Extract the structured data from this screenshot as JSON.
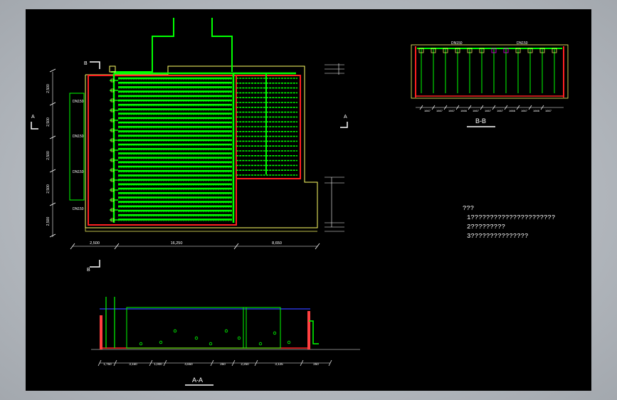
{
  "colors": {
    "background": "#000000",
    "pipe": "#00ff00",
    "wall_red": "#ff2020",
    "outline": "#ffff66",
    "dim": "#ffffff",
    "water": "#3040ff",
    "accent": "#ff00ff"
  },
  "labels": {
    "section_bb": "B-B",
    "section_aa": "A-A",
    "cut_b_top": "B",
    "cut_b_bottom": "B",
    "cut_a_left": "A",
    "cut_a_right": "A",
    "pipe_dn150": "DN150",
    "pipe_dn150_b": "DN150",
    "pipe_dn150_c": "DN150",
    "pipe_dn150_d": "DN150",
    "pipe_dn150_e": "DN150"
  },
  "plan_dims": {
    "bottom": [
      "2,500",
      "16,250",
      "8,650"
    ],
    "left": [
      "2,500",
      "2,500",
      "2,500",
      "2,500",
      "2,500"
    ]
  },
  "bb_dims": [
    "1667",
    "1667",
    "1667",
    "1666",
    "1667",
    "1667",
    "1667",
    "1666",
    "1667",
    "1666",
    "1667"
  ],
  "aa_dims": [
    "1,750",
    "3,150",
    "1,000",
    "4,650",
    "250",
    "2,250",
    "3,125",
    "250"
  ],
  "notes": {
    "title": "???",
    "line1": "1??????????????????????",
    "line2": "2?????????",
    "line3": "3???????????????"
  }
}
